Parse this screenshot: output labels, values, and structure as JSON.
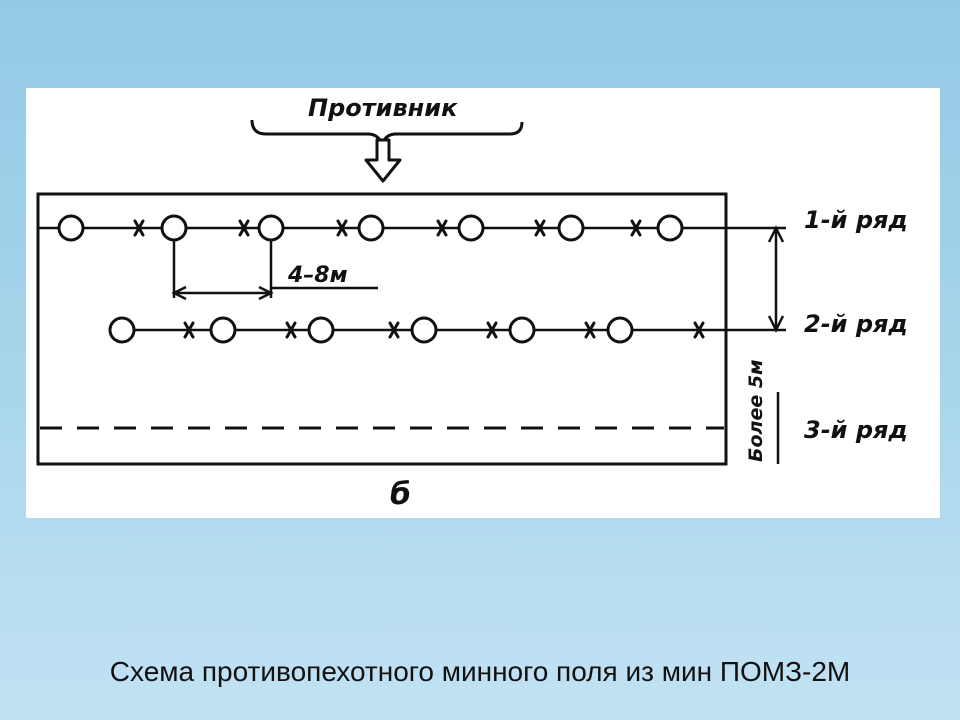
{
  "diagram": {
    "enemy_label": "Противник",
    "spacing_label": "4–8м",
    "depth_label": "Более 5м",
    "row1_label": "1-й ряд",
    "row2_label": "2-й ряд",
    "row3_label": "3-й ряд",
    "figure_letter": "б",
    "ink_color": "#111111"
  },
  "caption": "Схема противопехотного минного поля из мин ПОМЗ-2М"
}
